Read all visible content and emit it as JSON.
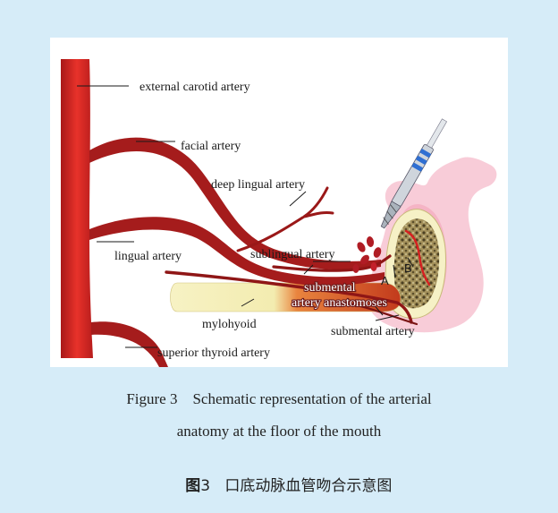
{
  "labels": {
    "external_carotid": "external carotid artery",
    "facial": "facial artery",
    "deep_lingual": "deep lingual artery",
    "lingual": "lingual artery",
    "sublingual": "sublingual artery",
    "submental_anast_1": "submental",
    "submental_anast_2": "artery anastomoses",
    "mylohyoid": "mylohyoid",
    "submental": "submental artery",
    "superior_thyroid": "superior thyroid artery",
    "point_a": "A",
    "point_b": "B"
  },
  "caption": {
    "line1": "Figure 3    Schematic representation of the arterial",
    "line2": "anatomy at the floor of the mouth",
    "cn_prefix": "图",
    "cn_number": "3",
    "cn_text": "口底动脉血管吻合示意图"
  },
  "colors": {
    "background": "#d6ecf8",
    "artery_red": "#a51c1c",
    "artery_bright": "#e8322a",
    "bone": "#8a7a4a",
    "gum_pink": "#f7c6d3",
    "muscle_cream": "#f5eeb0"
  }
}
